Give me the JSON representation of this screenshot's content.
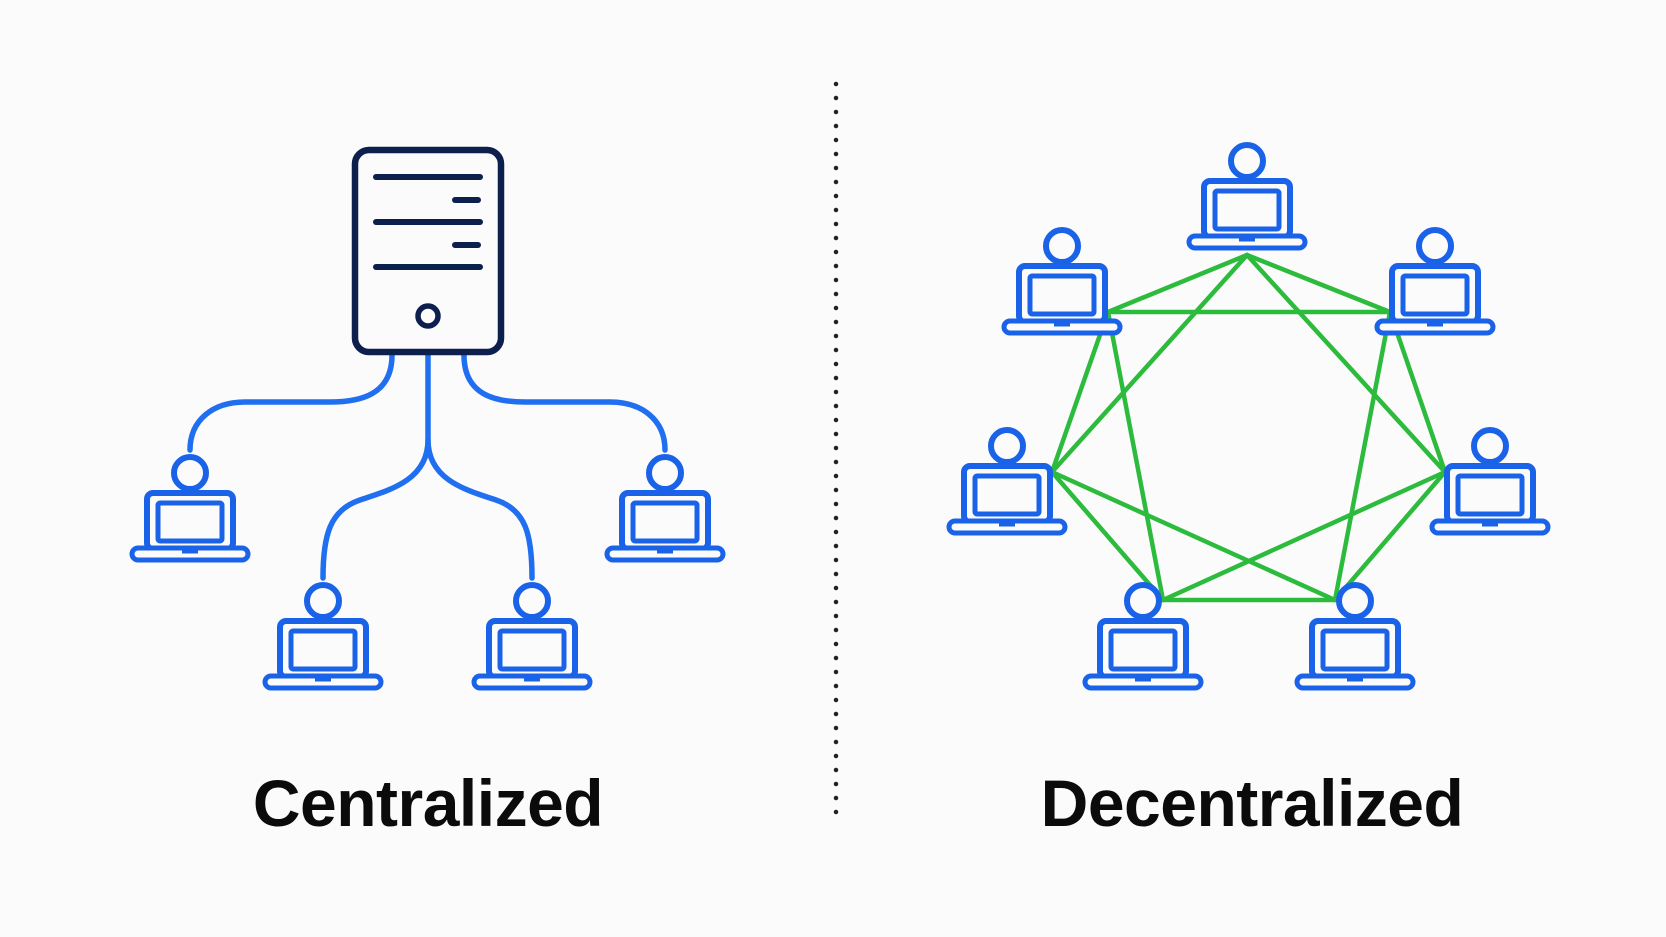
{
  "diagram": {
    "left_panel": {
      "caption": "Centralized",
      "hub": "server-icon",
      "nodes": [
        {
          "id": "c1",
          "icon": "user-laptop-icon"
        },
        {
          "id": "c2",
          "icon": "user-laptop-icon"
        },
        {
          "id": "c3",
          "icon": "user-laptop-icon"
        },
        {
          "id": "c4",
          "icon": "user-laptop-icon"
        }
      ],
      "edges": [
        [
          "server",
          "c1"
        ],
        [
          "server",
          "c2"
        ],
        [
          "server",
          "c3"
        ],
        [
          "server",
          "c4"
        ]
      ]
    },
    "divider": "dotted-vertical-line",
    "right_panel": {
      "caption": "Decentralized",
      "nodes": [
        {
          "id": "d1",
          "icon": "user-laptop-icon"
        },
        {
          "id": "d2",
          "icon": "user-laptop-icon"
        },
        {
          "id": "d3",
          "icon": "user-laptop-icon"
        },
        {
          "id": "d4",
          "icon": "user-laptop-icon"
        },
        {
          "id": "d5",
          "icon": "user-laptop-icon"
        },
        {
          "id": "d6",
          "icon": "user-laptop-icon"
        },
        {
          "id": "d7",
          "icon": "user-laptop-icon"
        }
      ],
      "edges": [
        [
          "d1",
          "d2"
        ],
        [
          "d2",
          "d3"
        ],
        [
          "d3",
          "d4"
        ],
        [
          "d4",
          "d5"
        ],
        [
          "d5",
          "d6"
        ],
        [
          "d6",
          "d7"
        ],
        [
          "d7",
          "d1"
        ],
        [
          "d1",
          "d3"
        ],
        [
          "d2",
          "d4"
        ],
        [
          "d3",
          "d5"
        ],
        [
          "d4",
          "d6"
        ],
        [
          "d5",
          "d7"
        ],
        [
          "d6",
          "d1"
        ],
        [
          "d7",
          "d2"
        ]
      ]
    },
    "colors": {
      "node_blue": "#1a63e8",
      "link_blue": "#1f6ff0",
      "mesh_green": "#2dbb3d",
      "server_navy": "#0d1f4d",
      "divider": "#222222",
      "caption": "#0b0b0b",
      "background": "#fbfbfb"
    }
  }
}
